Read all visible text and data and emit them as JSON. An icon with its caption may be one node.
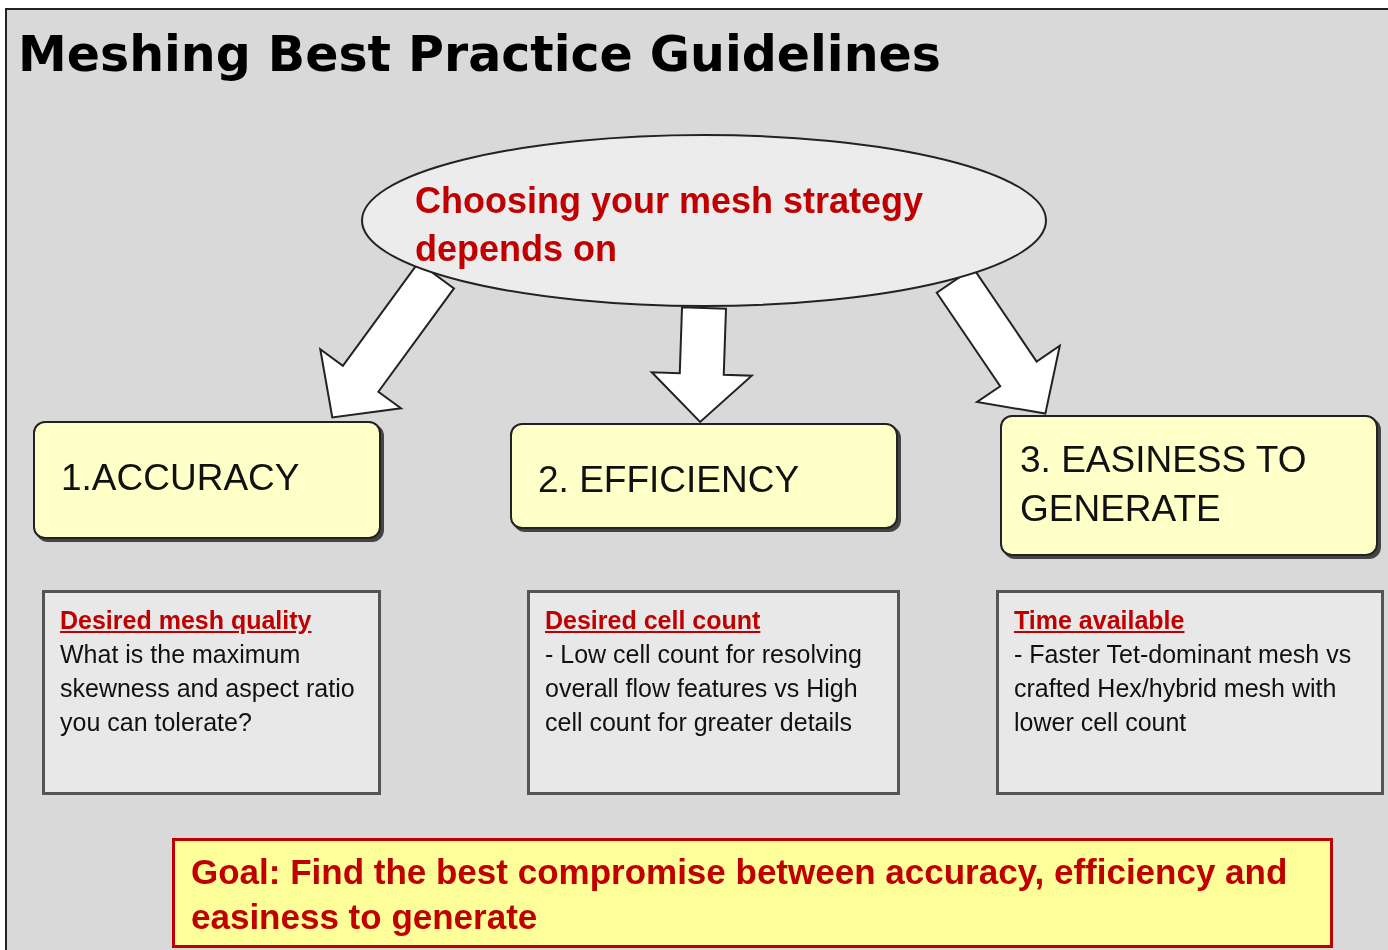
{
  "diagram": {
    "title": "Meshing Best Practice Guidelines",
    "nodes": [
      {
        "text": [
          "Choosing your mesh strategy depends on"
        ]
      },
      {
        "text": [
          "1.ACCURACY"
        ]
      },
      {
        "text": [
          "2. EFFICIENCY"
        ]
      },
      {
        "text": [
          "3. EASINESS TO GENERATE"
        ]
      },
      {
        "text": [
          "Desired mesh quality",
          "What is the maximum skewness and aspect ratio you can tolerate?"
        ]
      },
      {
        "text": [
          "Desired cell count",
          "- Low cell count for resolving overall flow features vs High cell count for greater details"
        ]
      },
      {
        "text": [
          "Time available",
          "- Faster Tet-dominant mesh vs crafted Hex/hybrid mesh with lower cell count"
        ]
      },
      {
        "text": [
          "Goal: Find the best compromise between accuracy, efficiency and easiness to generate"
        ]
      }
    ],
    "edges": [
      {
        "from": 0,
        "to": 1,
        "arrow": "to"
      },
      {
        "from": 0,
        "to": 2,
        "arrow": "to"
      },
      {
        "from": 0,
        "to": 3,
        "arrow": "to"
      }
    ]
  }
}
